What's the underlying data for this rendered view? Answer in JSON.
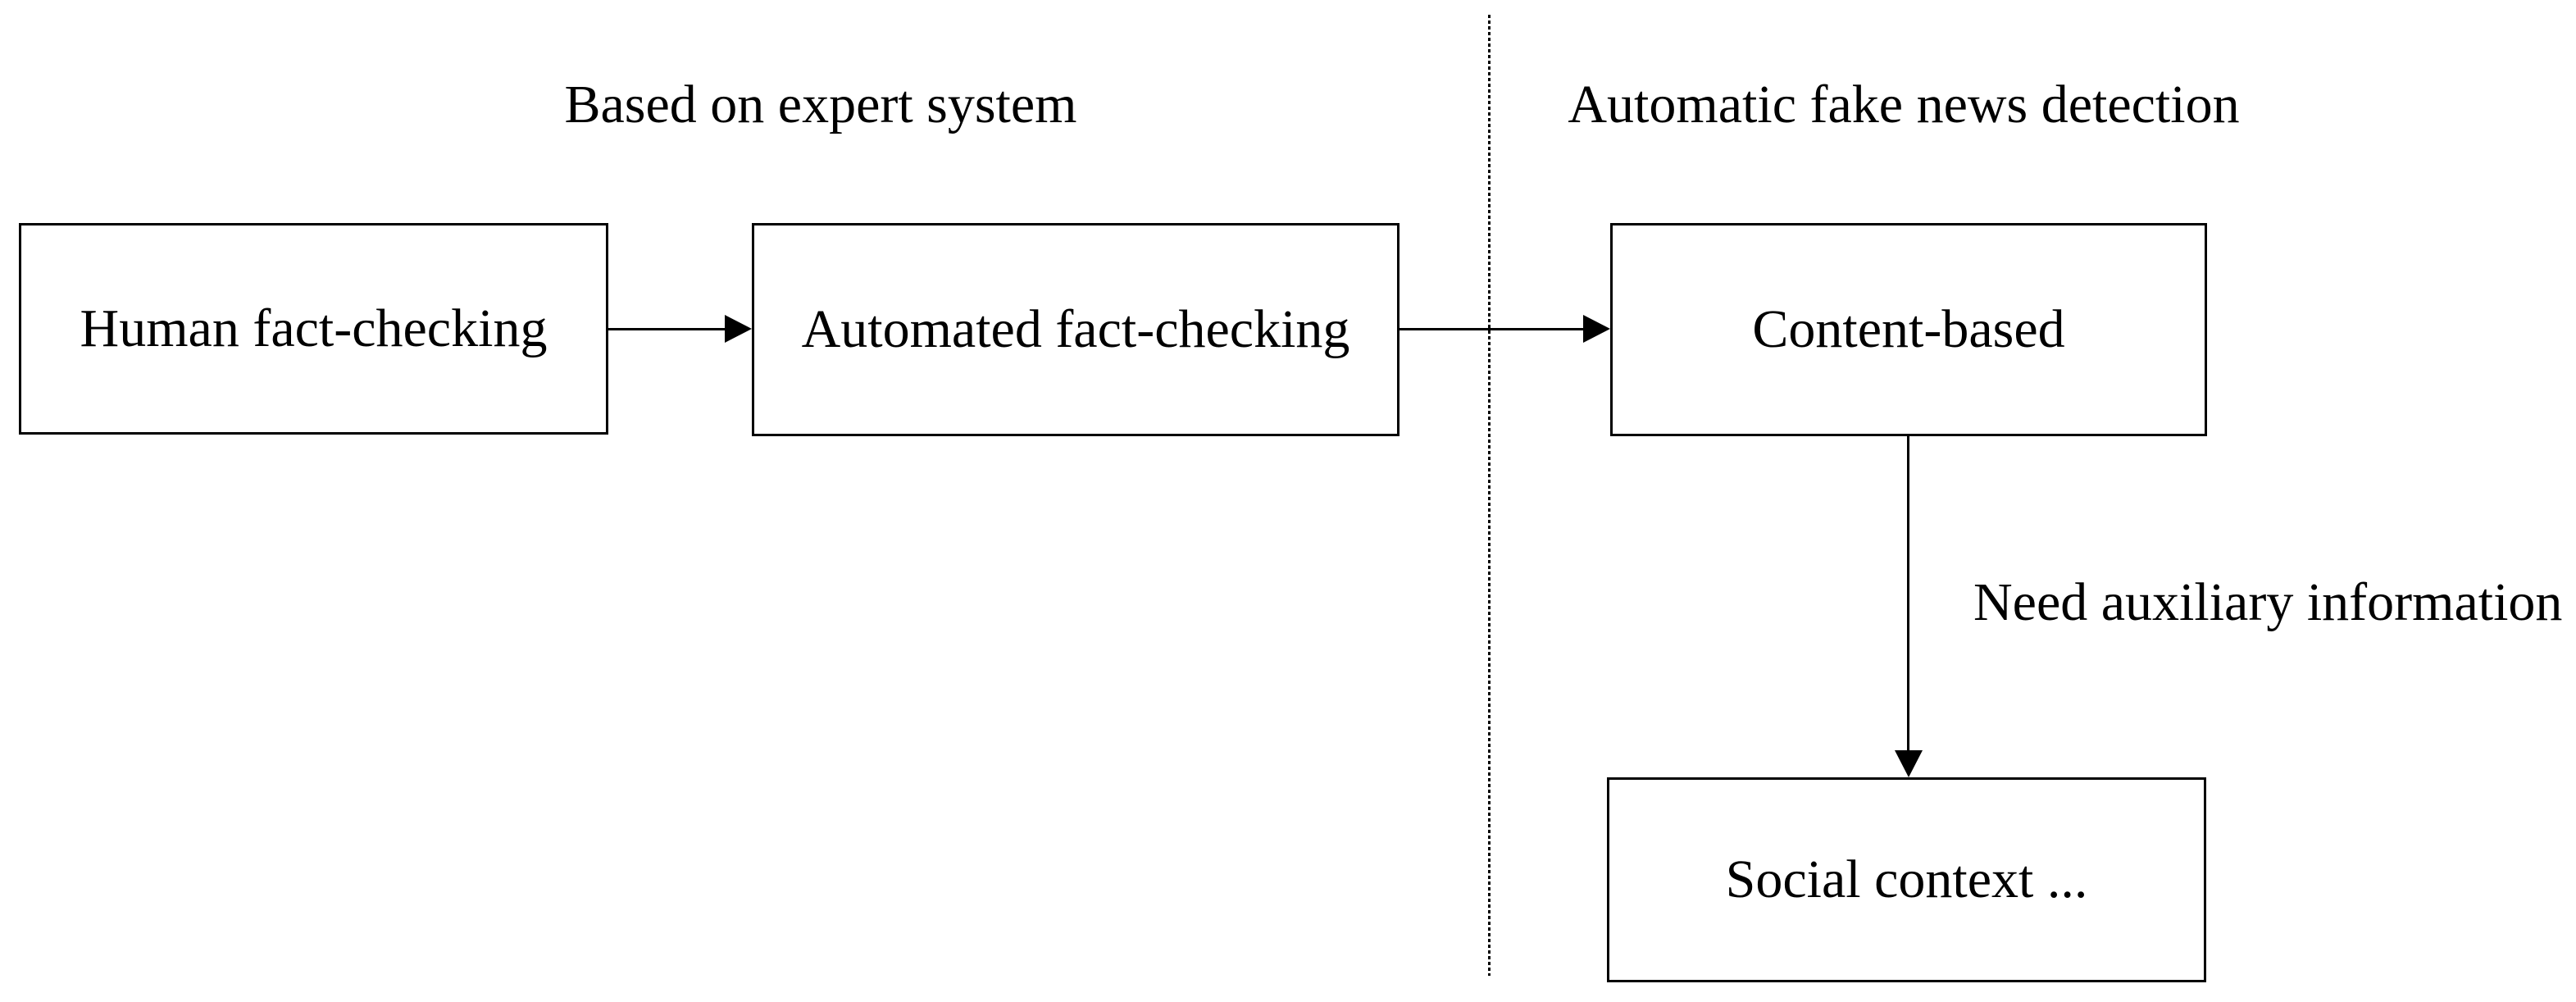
{
  "figure": {
    "sections": {
      "expert": {
        "title": "Based on expert system"
      },
      "automatic": {
        "title": "Automatic fake news detection"
      }
    },
    "nodes": {
      "human": {
        "label": "Human fact-checking"
      },
      "automated": {
        "label": "Automated fact-checking"
      },
      "content": {
        "label": "Content-based"
      },
      "social": {
        "label": "Social context ..."
      }
    },
    "edges": {
      "human_to_automated": {
        "label": ""
      },
      "automated_to_content": {
        "label": ""
      },
      "content_to_social": {
        "label": "Need auxiliary information"
      }
    },
    "colors": {
      "ink": "#000000",
      "background": "#ffffff"
    }
  }
}
